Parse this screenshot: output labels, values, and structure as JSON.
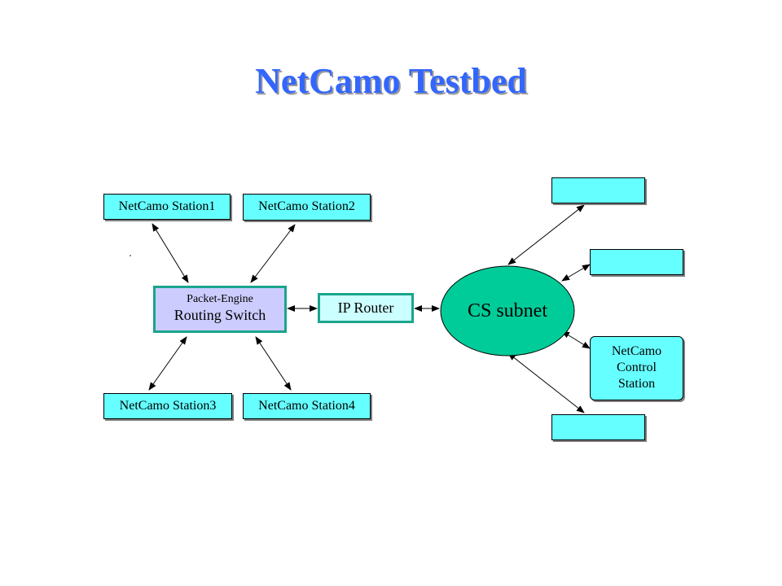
{
  "title": "NetCamo Testbed",
  "nodes": {
    "station1": "NetCamo Station1",
    "station2": "NetCamo Station2",
    "station3": "NetCamo Station3",
    "station4": "NetCamo Station4",
    "switch_top": "Packet-Engine",
    "switch_bottom": "Routing Switch",
    "ip_router": "IP Router",
    "subnet": "CS subnet",
    "control_line1": "NetCamo",
    "control_line2": "Control",
    "control_line3": "Station"
  },
  "colors": {
    "title": "#3366ff",
    "station_fill": "#66ffff",
    "switch_fill": "#ccccff",
    "router_fill": "#ccffff",
    "subnet_fill": "#00cc99",
    "border_green": "#1aa58c"
  }
}
